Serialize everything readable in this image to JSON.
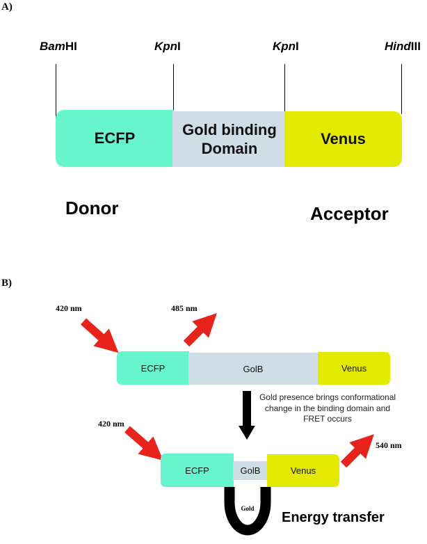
{
  "panel_a": {
    "label": "A)",
    "sites": [
      {
        "italic": "Bam",
        "rest": "HI"
      },
      {
        "italic": "Kpn",
        "rest": "I"
      },
      {
        "italic": "Kpn",
        "rest": "I"
      },
      {
        "italic": "Hind",
        "rest": "III"
      }
    ],
    "donor_domain": "ECFP",
    "binding_domain_line1": "Gold binding",
    "binding_domain_line2": "Domain",
    "acceptor_domain": "Venus",
    "donor_label": "Donor",
    "acceptor_label": "Acceptor"
  },
  "panel_b": {
    "label": "B)",
    "excitation_top": "420 nm",
    "emission_top": "485 nm",
    "top_row": {
      "donor": "ECFP",
      "middle": "GolB",
      "acceptor": "Venus"
    },
    "caption_line1": "Gold presence  brings conformational",
    "caption_line2": "change in the binding domain and",
    "caption_line3": "FRET occurs",
    "excitation_bottom": "420 nm",
    "emission_bottom": "540 nm",
    "bottom_row": {
      "donor": "ECFP",
      "middle": "GolB",
      "acceptor": "Venus"
    },
    "gold_label": "Gold",
    "energy_transfer": "Energy transfer"
  },
  "colors": {
    "ecfp": "#66f5cc",
    "golb": "#cfdde7",
    "venus": "#e3ea00",
    "arrow_red": "#e8231c",
    "gold_loop": "#000000"
  }
}
